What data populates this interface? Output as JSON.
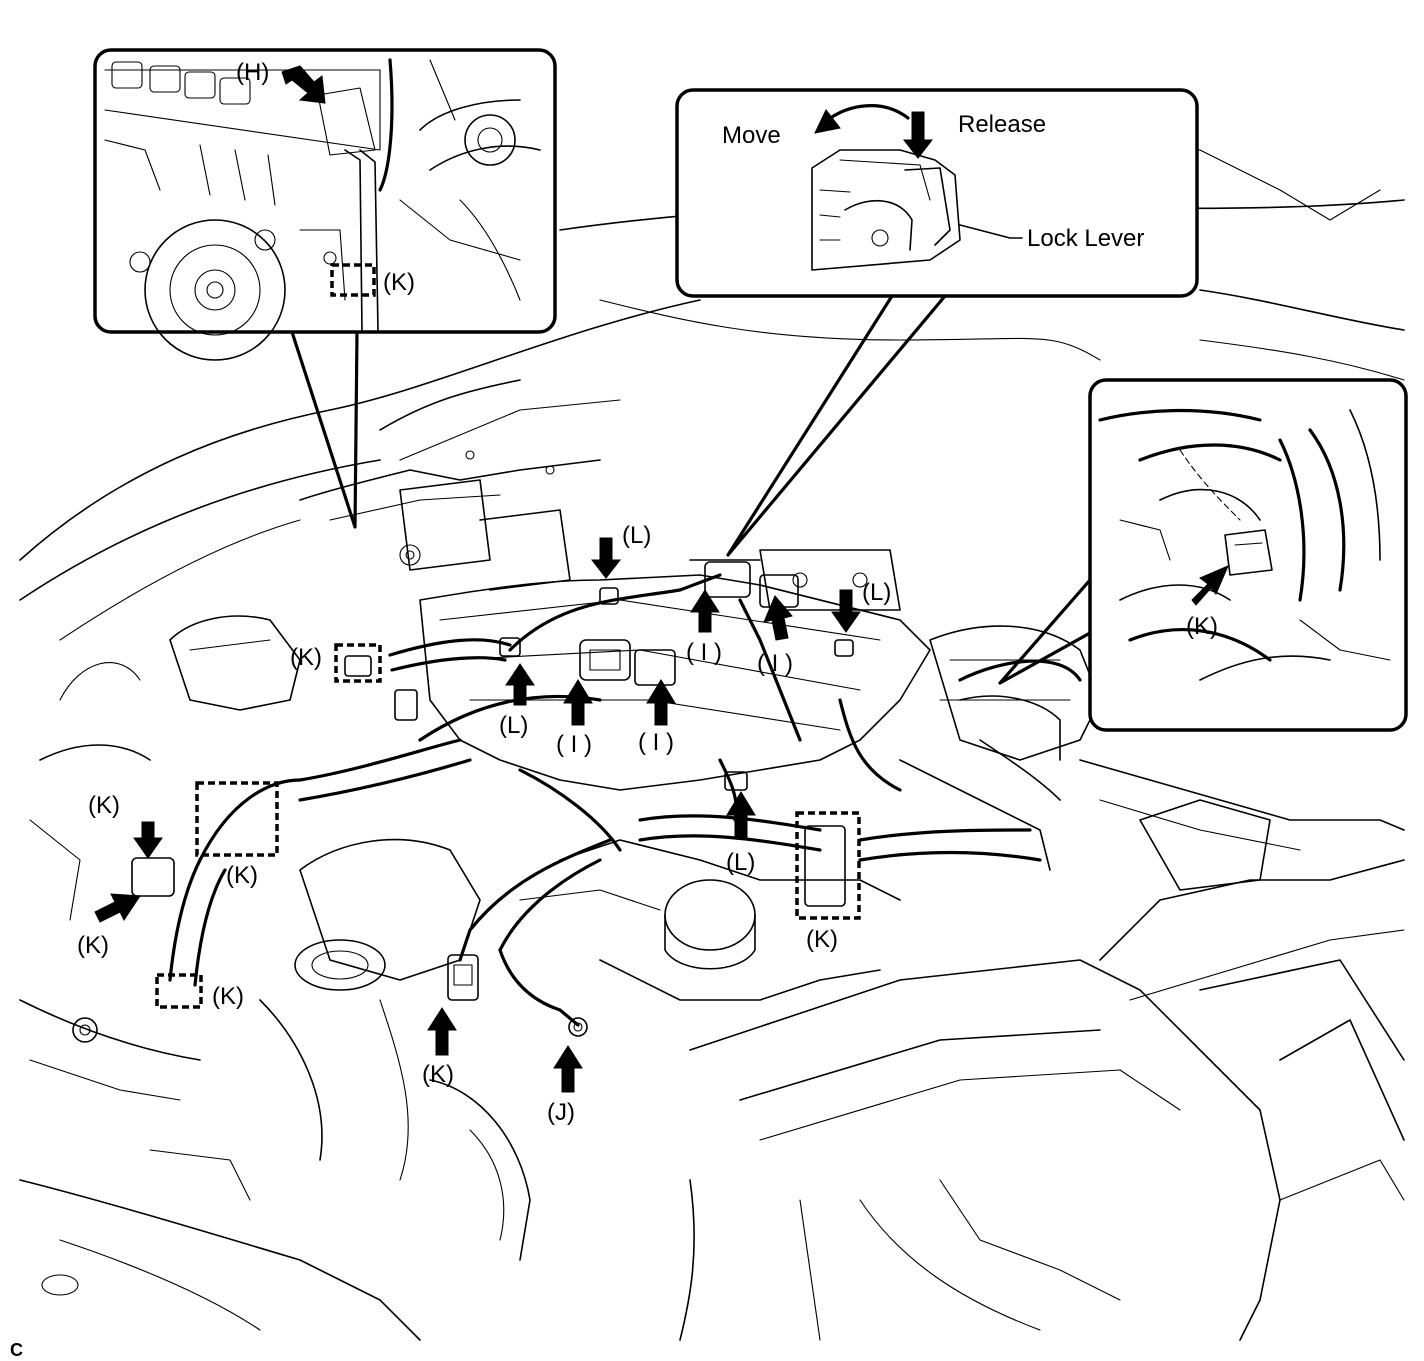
{
  "figure_code": "C",
  "callouts": {
    "top_left": {
      "labels": [
        "(H)",
        "(K)"
      ]
    },
    "top_center": {
      "move": "Move",
      "release": "Release",
      "lock_lever": "Lock Lever"
    },
    "right": {
      "labels": [
        "(K)"
      ]
    }
  },
  "main_labels": {
    "L_top": "(L)",
    "L_right": "(L)",
    "L_left": "(L)",
    "L_bottom": "(L)",
    "I_1": "( I )",
    "I_2": "( I )",
    "I_3": "( I )",
    "I_4": "( I )",
    "K_1": "(K)",
    "K_2": "(K)",
    "K_3": "(K)",
    "K_4": "(K)",
    "K_5": "(K)",
    "K_6": "(K)",
    "K_7": "(K)",
    "J": "(J)"
  }
}
